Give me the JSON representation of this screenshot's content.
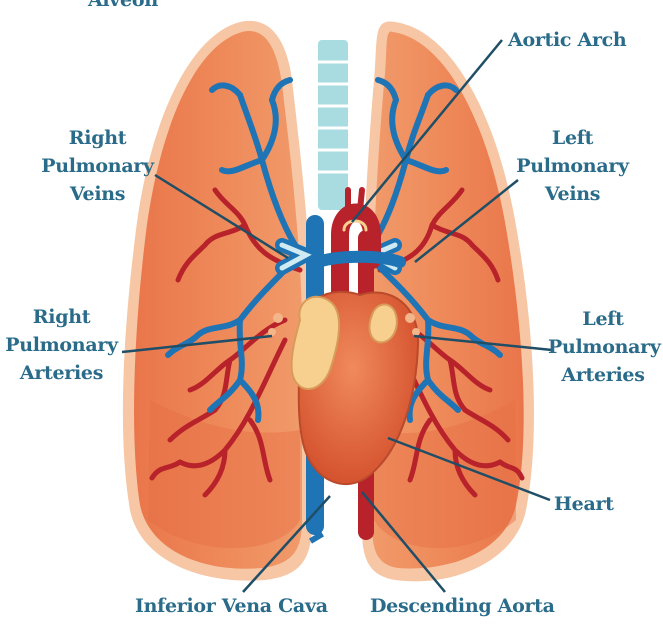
{
  "colors": {
    "label_text": "#2a6b8a",
    "leader_line": "#1f4e66",
    "lung_fill": "#e8784a",
    "lung_light": "#f3a173",
    "lung_outline": "#f6c6a5",
    "vein_blue": "#1e74b4",
    "artery_red": "#b8222a",
    "trachea": "#a9dce0",
    "heart": "#e0633c",
    "atrium": "#f7cf8f"
  },
  "labels": {
    "alveoli": "Alveoli",
    "aortic_arch": "Aortic Arch",
    "right_pulmonary_veins": [
      "Right",
      "Pulmonary",
      "Veins"
    ],
    "left_pulmonary_veins": [
      "Left",
      "Pulmonary",
      "Veins"
    ],
    "right_pulmonary_arteries": [
      "Right",
      "Pulmonary",
      "Arteries"
    ],
    "left_pulmonary_arteries": [
      "Left",
      "Pulmonary",
      "Arteries"
    ],
    "heart": "Heart",
    "inferior_vena_cava": "Inferior Vena Cava",
    "descending_aorta": "Descending Aorta"
  }
}
